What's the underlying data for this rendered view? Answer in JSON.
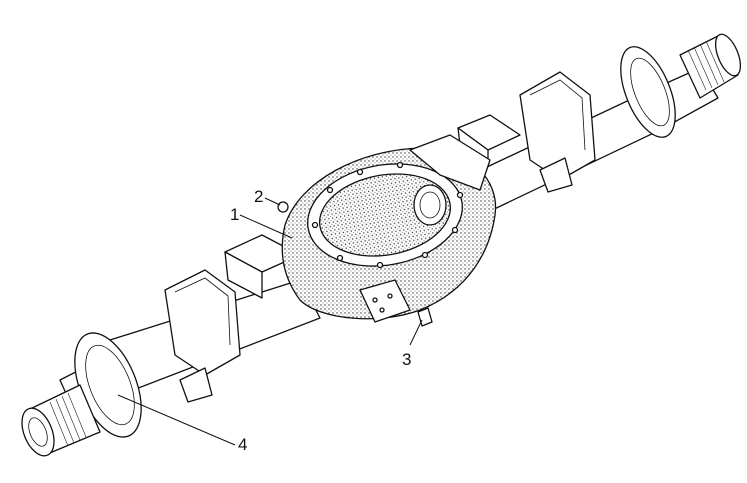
{
  "callouts": [
    {
      "id": "1",
      "label": "1"
    },
    {
      "id": "2",
      "label": "2"
    },
    {
      "id": "3",
      "label": "3"
    },
    {
      "id": "4",
      "label": "4"
    }
  ],
  "colors": {
    "ink": "#111111",
    "background": "#ffffff"
  }
}
